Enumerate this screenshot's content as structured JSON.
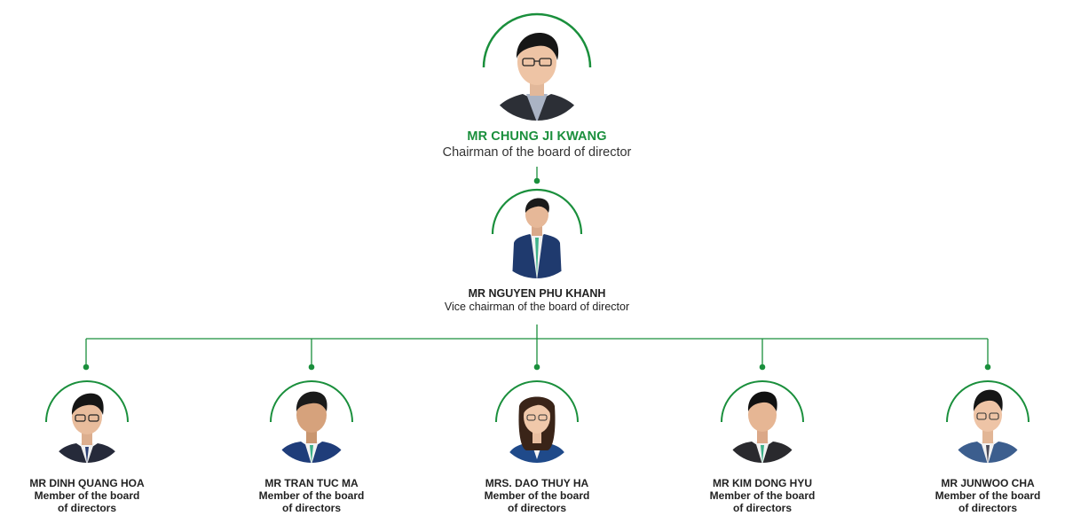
{
  "colors": {
    "accent": "#1a8f3c",
    "connector": "#1a8f3c",
    "background": "#ffffff",
    "text": "#222222"
  },
  "chairman": {
    "name": "MR CHUNG JI KWANG",
    "role": "Chairman of the board of director"
  },
  "vice_chairman": {
    "name": "MR NGUYEN PHU KHANH",
    "role": "Vice chairman of the board of director"
  },
  "members": [
    {
      "name": "MR DINH QUANG HOA",
      "role_line1": "Member of the board",
      "role_line2": "of directors"
    },
    {
      "name": "MR TRAN TUC MA",
      "role_line1": "Member of the board",
      "role_line2": "of directors"
    },
    {
      "name": "MRS. DAO THUY HA",
      "role_line1": "Member of the board",
      "role_line2": "of directors"
    },
    {
      "name": "MR KIM DONG HYU",
      "role_line1": "Member of the board",
      "role_line2": "of directors"
    },
    {
      "name": "MR JUNWOO CHA",
      "role_line1": "Member of the board",
      "role_line2": "of directors"
    }
  ]
}
